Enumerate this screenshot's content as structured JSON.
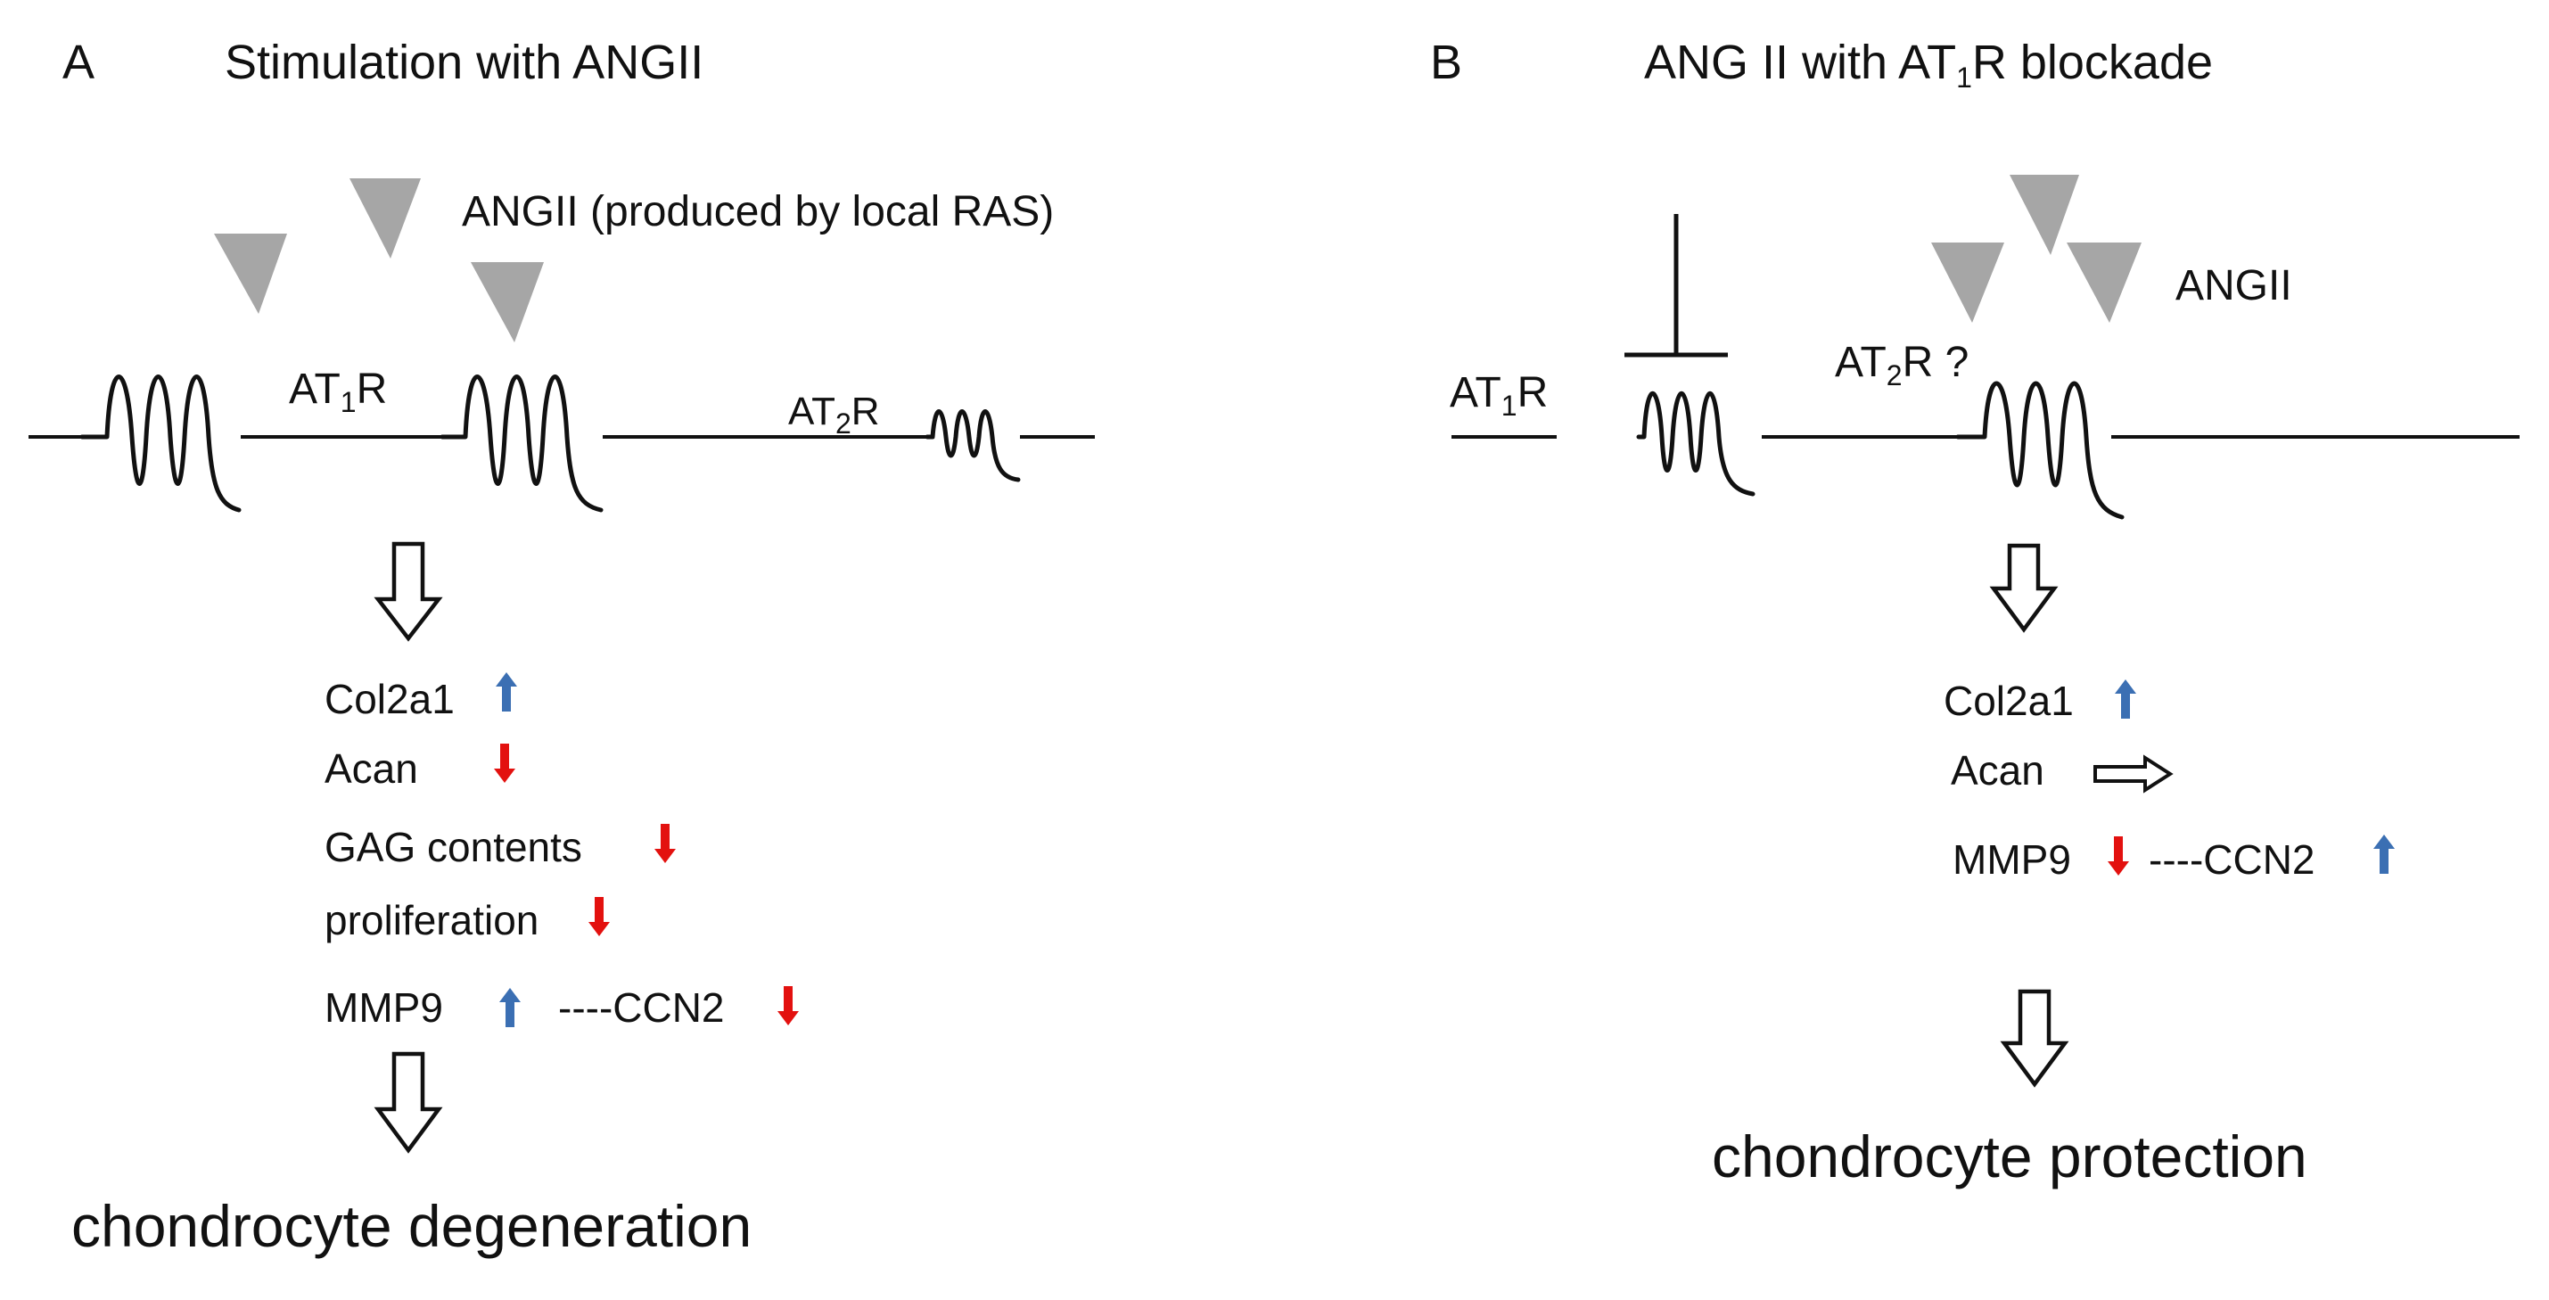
{
  "colors": {
    "up_arrow": "#3b6fb3",
    "down_arrow": "#e3110f",
    "ligand": "#a6a6a6"
  },
  "panel_a": {
    "letter": "A",
    "title": "Stimulation with ANGII",
    "ligand_label": "ANGII (produced by local RAS)",
    "receptor_1": {
      "prefix": "AT",
      "sub": "1",
      "suffix": "R"
    },
    "receptor_2": {
      "prefix": "AT",
      "sub": "2",
      "suffix": "R"
    },
    "items": [
      {
        "label": "Col2a1",
        "direction": "up"
      },
      {
        "label": "Acan",
        "direction": "down"
      },
      {
        "label": "GAG contents",
        "direction": "down"
      },
      {
        "label": "proliferation",
        "direction": "down"
      }
    ],
    "mmp_row": {
      "label": "MMP9",
      "direction": "up",
      "link": "----CCN2",
      "link_direction": "down"
    },
    "outcome": "chondrocyte degeneration"
  },
  "panel_b": {
    "letter": "B",
    "title_prefix": "ANG II with AT",
    "title_sub": "1",
    "title_suffix": "R blockade",
    "ligand_label": "ANGII",
    "receptor_1": {
      "prefix": "AT",
      "sub": "1",
      "suffix": "R"
    },
    "receptor_2": {
      "prefix": "AT",
      "sub": "2",
      "suffix": "R ?"
    },
    "items": [
      {
        "label": "Col2a1",
        "direction": "up"
      },
      {
        "label": "Acan",
        "direction": "unchanged"
      }
    ],
    "mmp_row": {
      "label": "MMP9",
      "direction": "down",
      "link": "----CCN2",
      "link_direction": "up"
    },
    "outcome": "chondrocyte protection"
  }
}
